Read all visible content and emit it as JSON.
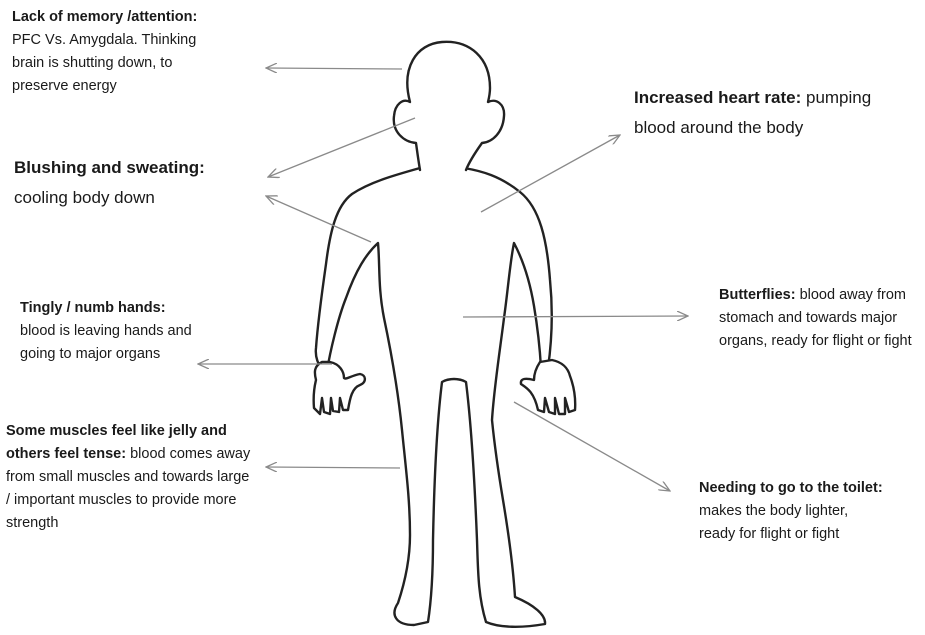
{
  "labels": {
    "memory": {
      "title": "Lack of memory /attention:",
      "body": "PFC Vs. Amygdala. Thinking brain is shutting down, to preserve energy"
    },
    "heart": {
      "title": "Increased heart rate:",
      "body": "pumping blood around the body"
    },
    "blushing": {
      "title": "Blushing and sweating:",
      "body": "cooling body down"
    },
    "hands": {
      "title": "Tingly / numb hands:",
      "body": "blood is leaving hands and going to major organs"
    },
    "butterflies": {
      "title": "Butterflies:",
      "body": "blood away from stomach and towards major organs, ready for flight or fight"
    },
    "muscles": {
      "title": "Some muscles feel like jelly and others feel tense:",
      "body": "blood comes away from small muscles  and towards large / important muscles to provide more strength"
    },
    "toilet": {
      "title": "Needing to go to the toilet:",
      "body": "makes the body lighter, ready for flight or fight"
    }
  },
  "colors": {
    "outline": "#222222",
    "arrow": "#8a8a8a",
    "text": "#1a1a1a"
  },
  "icons": {
    "figure": "child-silhouette"
  }
}
